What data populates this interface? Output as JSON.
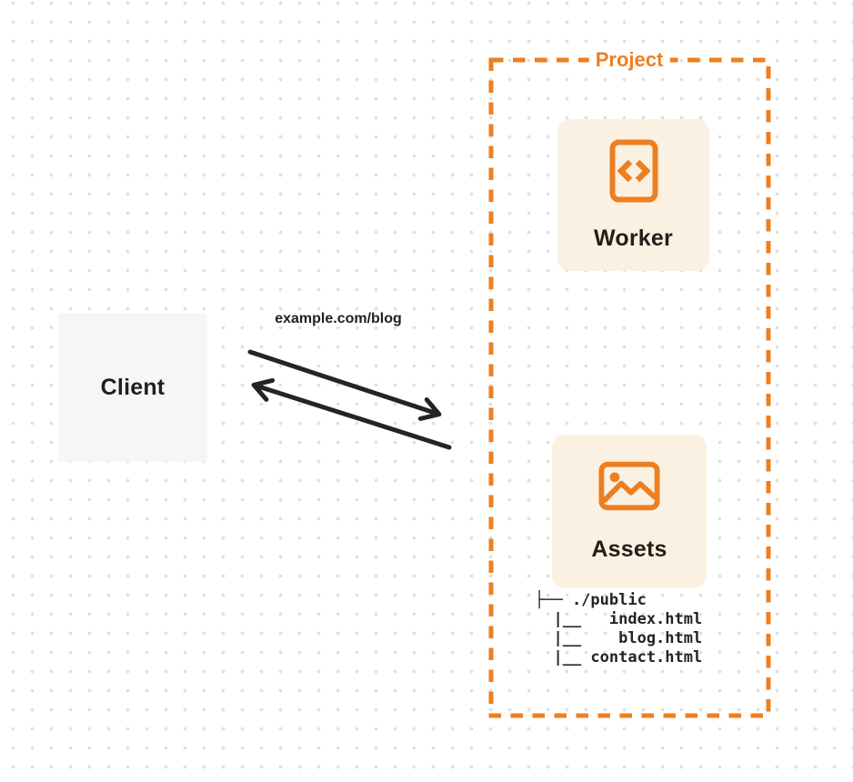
{
  "client": {
    "label": "Client"
  },
  "request": {
    "url_label": "example.com/blog"
  },
  "project": {
    "label": "Project",
    "nodes": {
      "worker": {
        "label": "Worker",
        "icon": "code-file-icon"
      },
      "assets": {
        "label": "Assets",
        "icon": "image-icon"
      }
    },
    "assets_file_tree": {
      "lines": [
        "├── ./public",
        "  |__   index.html",
        "  |__    blog.html",
        "  |__ contact.html"
      ]
    }
  },
  "colors": {
    "accent_orange": "#ED7F21",
    "card_cream": "#FBF1E3",
    "client_gray": "#F6F6F7",
    "arrow_black": "#242424",
    "text_dark": "#221F1A",
    "dot_grid": "#DFDFE2"
  }
}
